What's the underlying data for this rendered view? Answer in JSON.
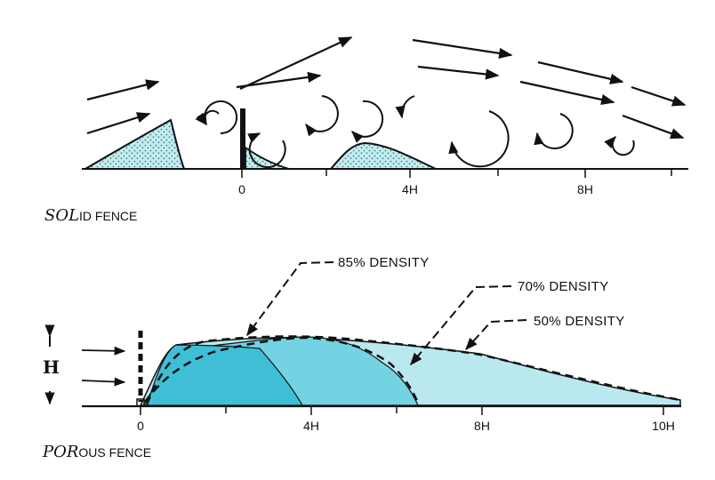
{
  "solid": {
    "title_prefix": "SOL",
    "title_rest": "ID FENCE",
    "ticks": [
      "0",
      "4H",
      "8H"
    ],
    "colors": {
      "drift_fill": "#c4ecef",
      "stipple": "#2a6e7a",
      "ink": "#111111"
    }
  },
  "porous": {
    "title_prefix": "POR",
    "title_rest": "OUS FENCE",
    "ticks": [
      "0",
      "4H",
      "8H",
      "10H"
    ],
    "height_label": "H",
    "callouts": [
      "85% DENSITY",
      "70% DENSITY",
      "50% DENSITY"
    ],
    "colors": {
      "density_85": "#3fbfd6",
      "density_70": "#74d3e2",
      "density_50": "#b9e9ef"
    }
  }
}
